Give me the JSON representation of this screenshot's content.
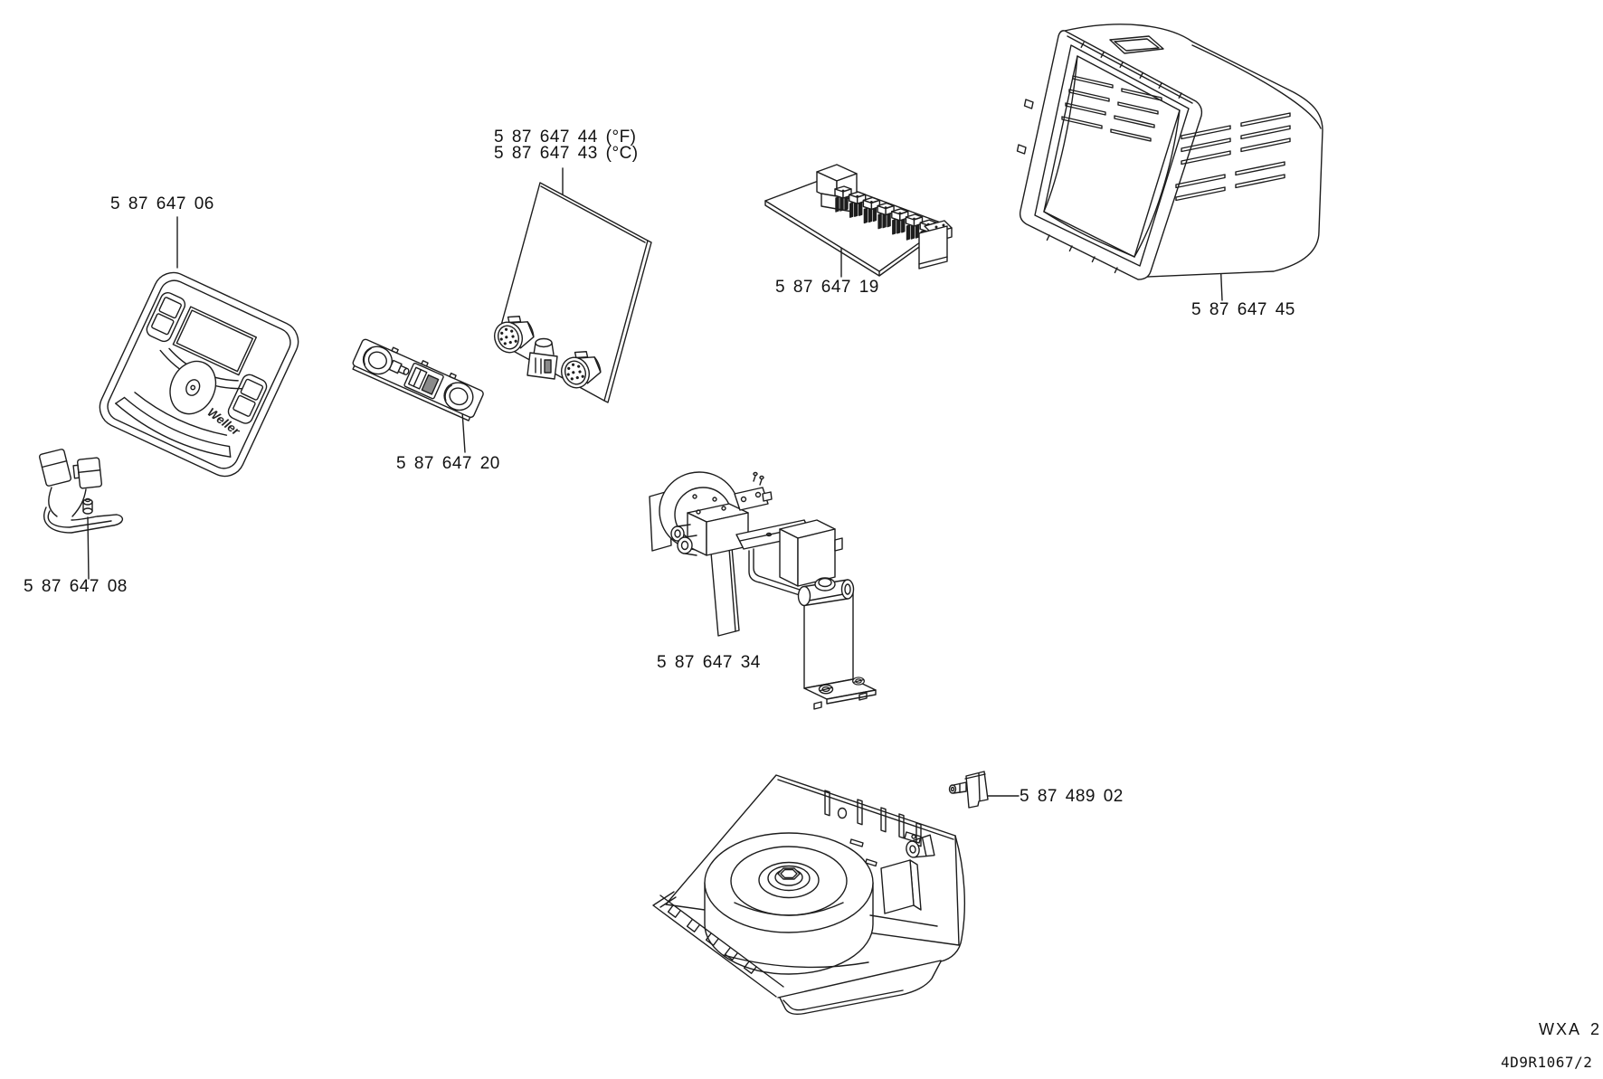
{
  "footer": {
    "model": "WXA 2",
    "drawing_number": "4D9R1067/2"
  },
  "front_panel": {
    "logo": "Weller"
  },
  "parts": [
    {
      "id": "front-panel",
      "label": "5 87 647 06"
    },
    {
      "id": "display-pcb-f",
      "label": "5 87 647 44 (°F)"
    },
    {
      "id": "display-pcb-c",
      "label": "5 87 647 43 (°C)"
    },
    {
      "id": "terminal-pcb",
      "label": "5 87 647 19"
    },
    {
      "id": "housing",
      "label": "5 87 647 45"
    },
    {
      "id": "switch-strip",
      "label": "5 87 647 20"
    },
    {
      "id": "cable-clip",
      "label": "5 87 647 08"
    },
    {
      "id": "valve-assembly",
      "label": "5 87 647 34"
    },
    {
      "id": "mains-plug",
      "label": "5 87 489 02"
    }
  ]
}
